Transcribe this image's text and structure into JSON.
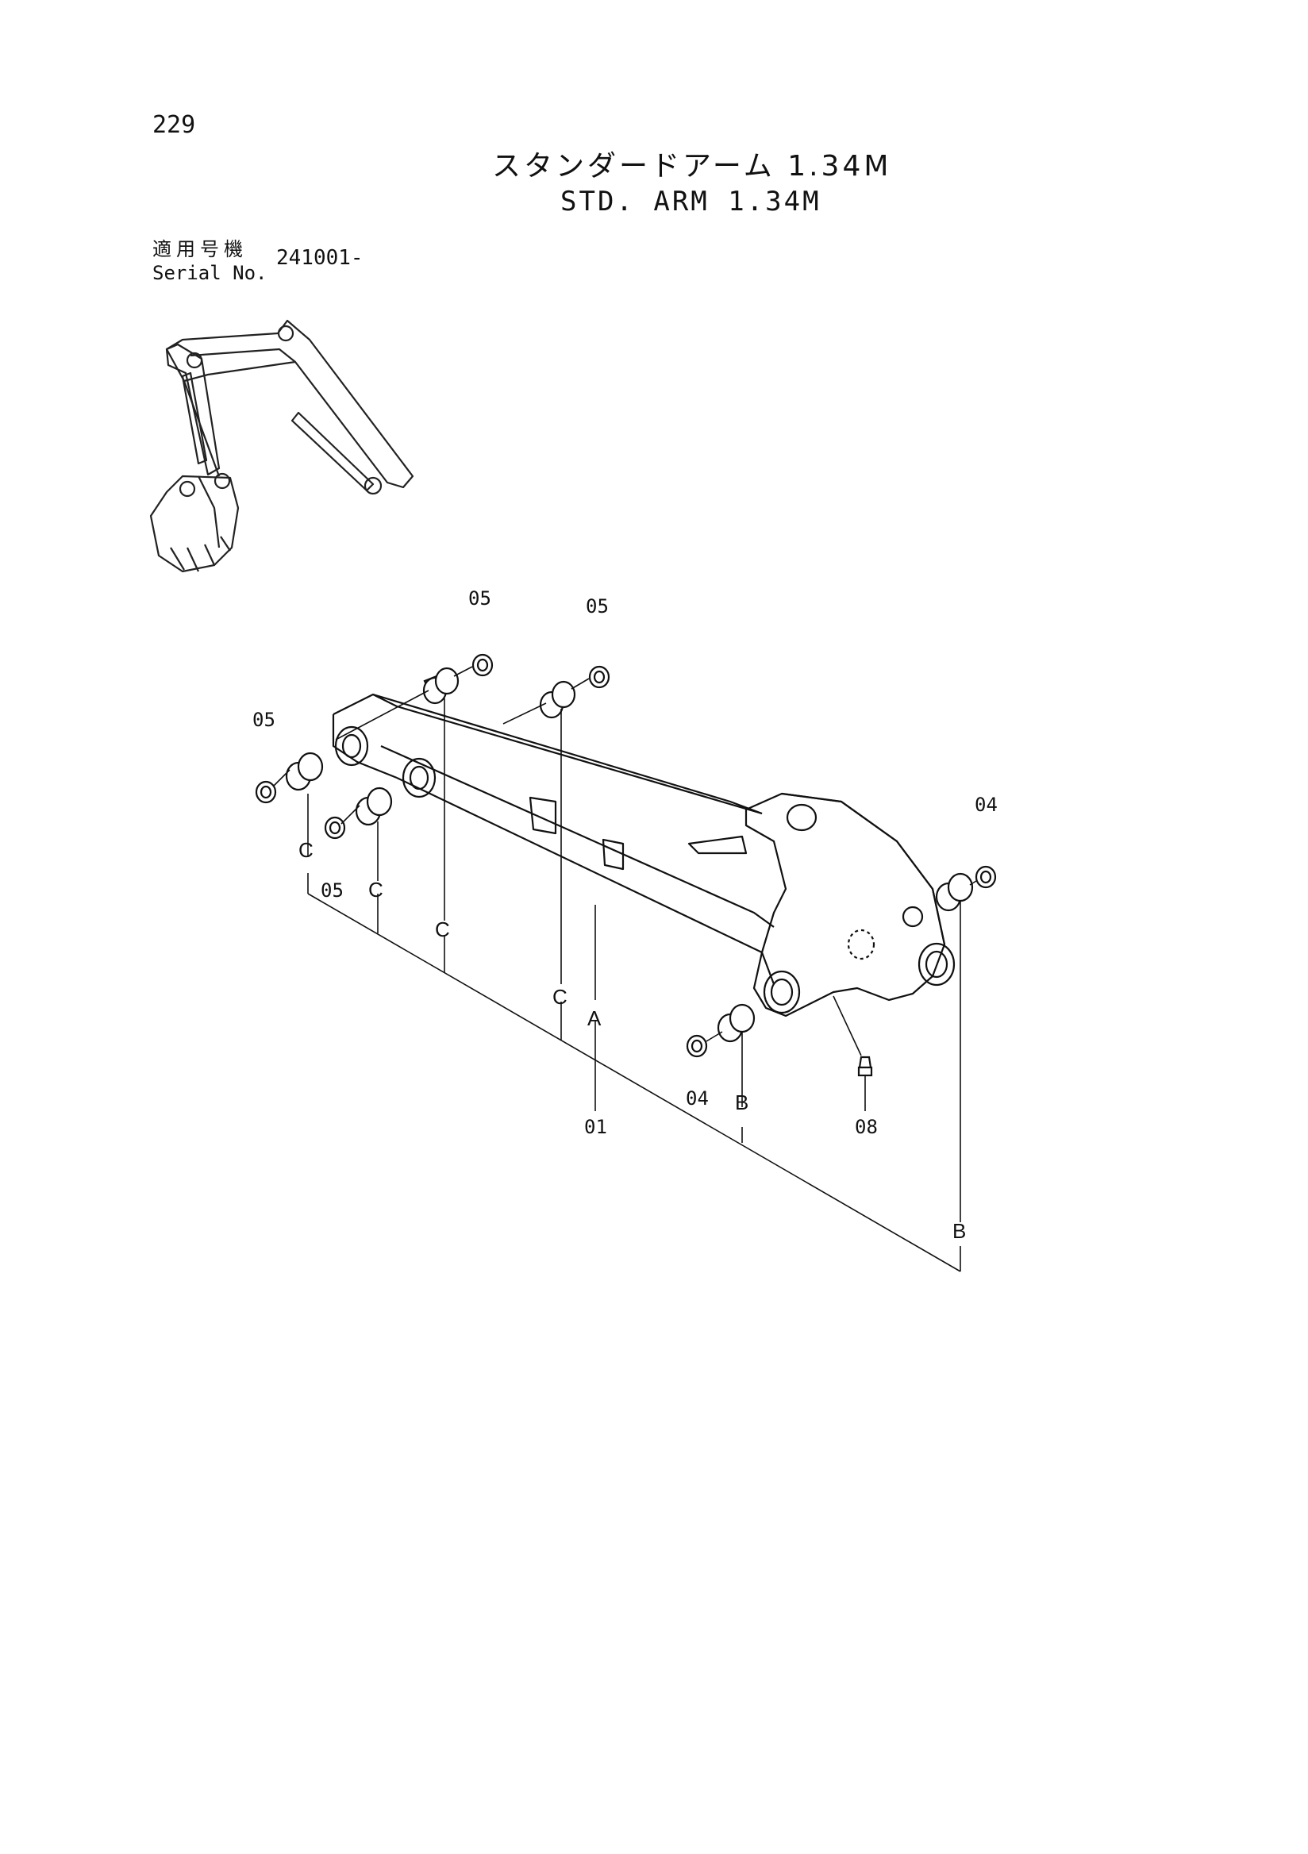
{
  "header": {
    "page_number": "229",
    "title_jp": "スタンダードアーム 1.34M",
    "title_en": "STD. ARM 1.34M",
    "serial_label_jp": "適用号機",
    "serial_label_en": "Serial No.",
    "serial_value": "241001-"
  },
  "callouts": {
    "c05_a": "05",
    "c05_b": "05",
    "c05_c": "05",
    "c05_d": "05",
    "c04_a": "04",
    "c04_b": "04",
    "c01": "01",
    "c08": "08",
    "letterA": "A",
    "letterB1": "B",
    "letterB2": "B",
    "letterC1": "C",
    "letterC2": "C",
    "letterC3": "C",
    "letterC4": "C"
  }
}
